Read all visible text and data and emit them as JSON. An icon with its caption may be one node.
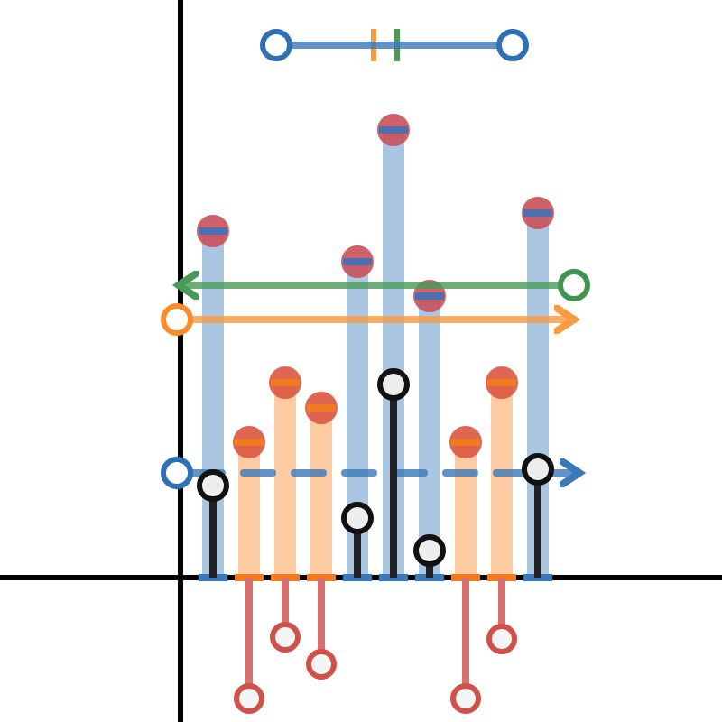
{
  "diagram": {
    "nodes": [
      {
        "text": [],
        "shape": "circle"
      },
      {
        "text": [],
        "shape": "circle"
      },
      {
        "text": [],
        "shape": "circle"
      },
      {
        "text": [],
        "shape": "circle"
      },
      {
        "text": [],
        "shape": "circle"
      }
    ],
    "edges": [
      {
        "from": 0,
        "to": 1,
        "arrow": "none",
        "color": "#3a78b8"
      },
      {
        "from": 2,
        "to": 3,
        "arrow": "to",
        "color": "#4a9a5a"
      },
      {
        "from": 3,
        "to": 2,
        "arrow": "to",
        "color": "#f89a40"
      },
      {
        "from": 4,
        "to": null,
        "arrow": "to",
        "style": "dashed",
        "color": "#3a78b8"
      }
    ]
  }
}
